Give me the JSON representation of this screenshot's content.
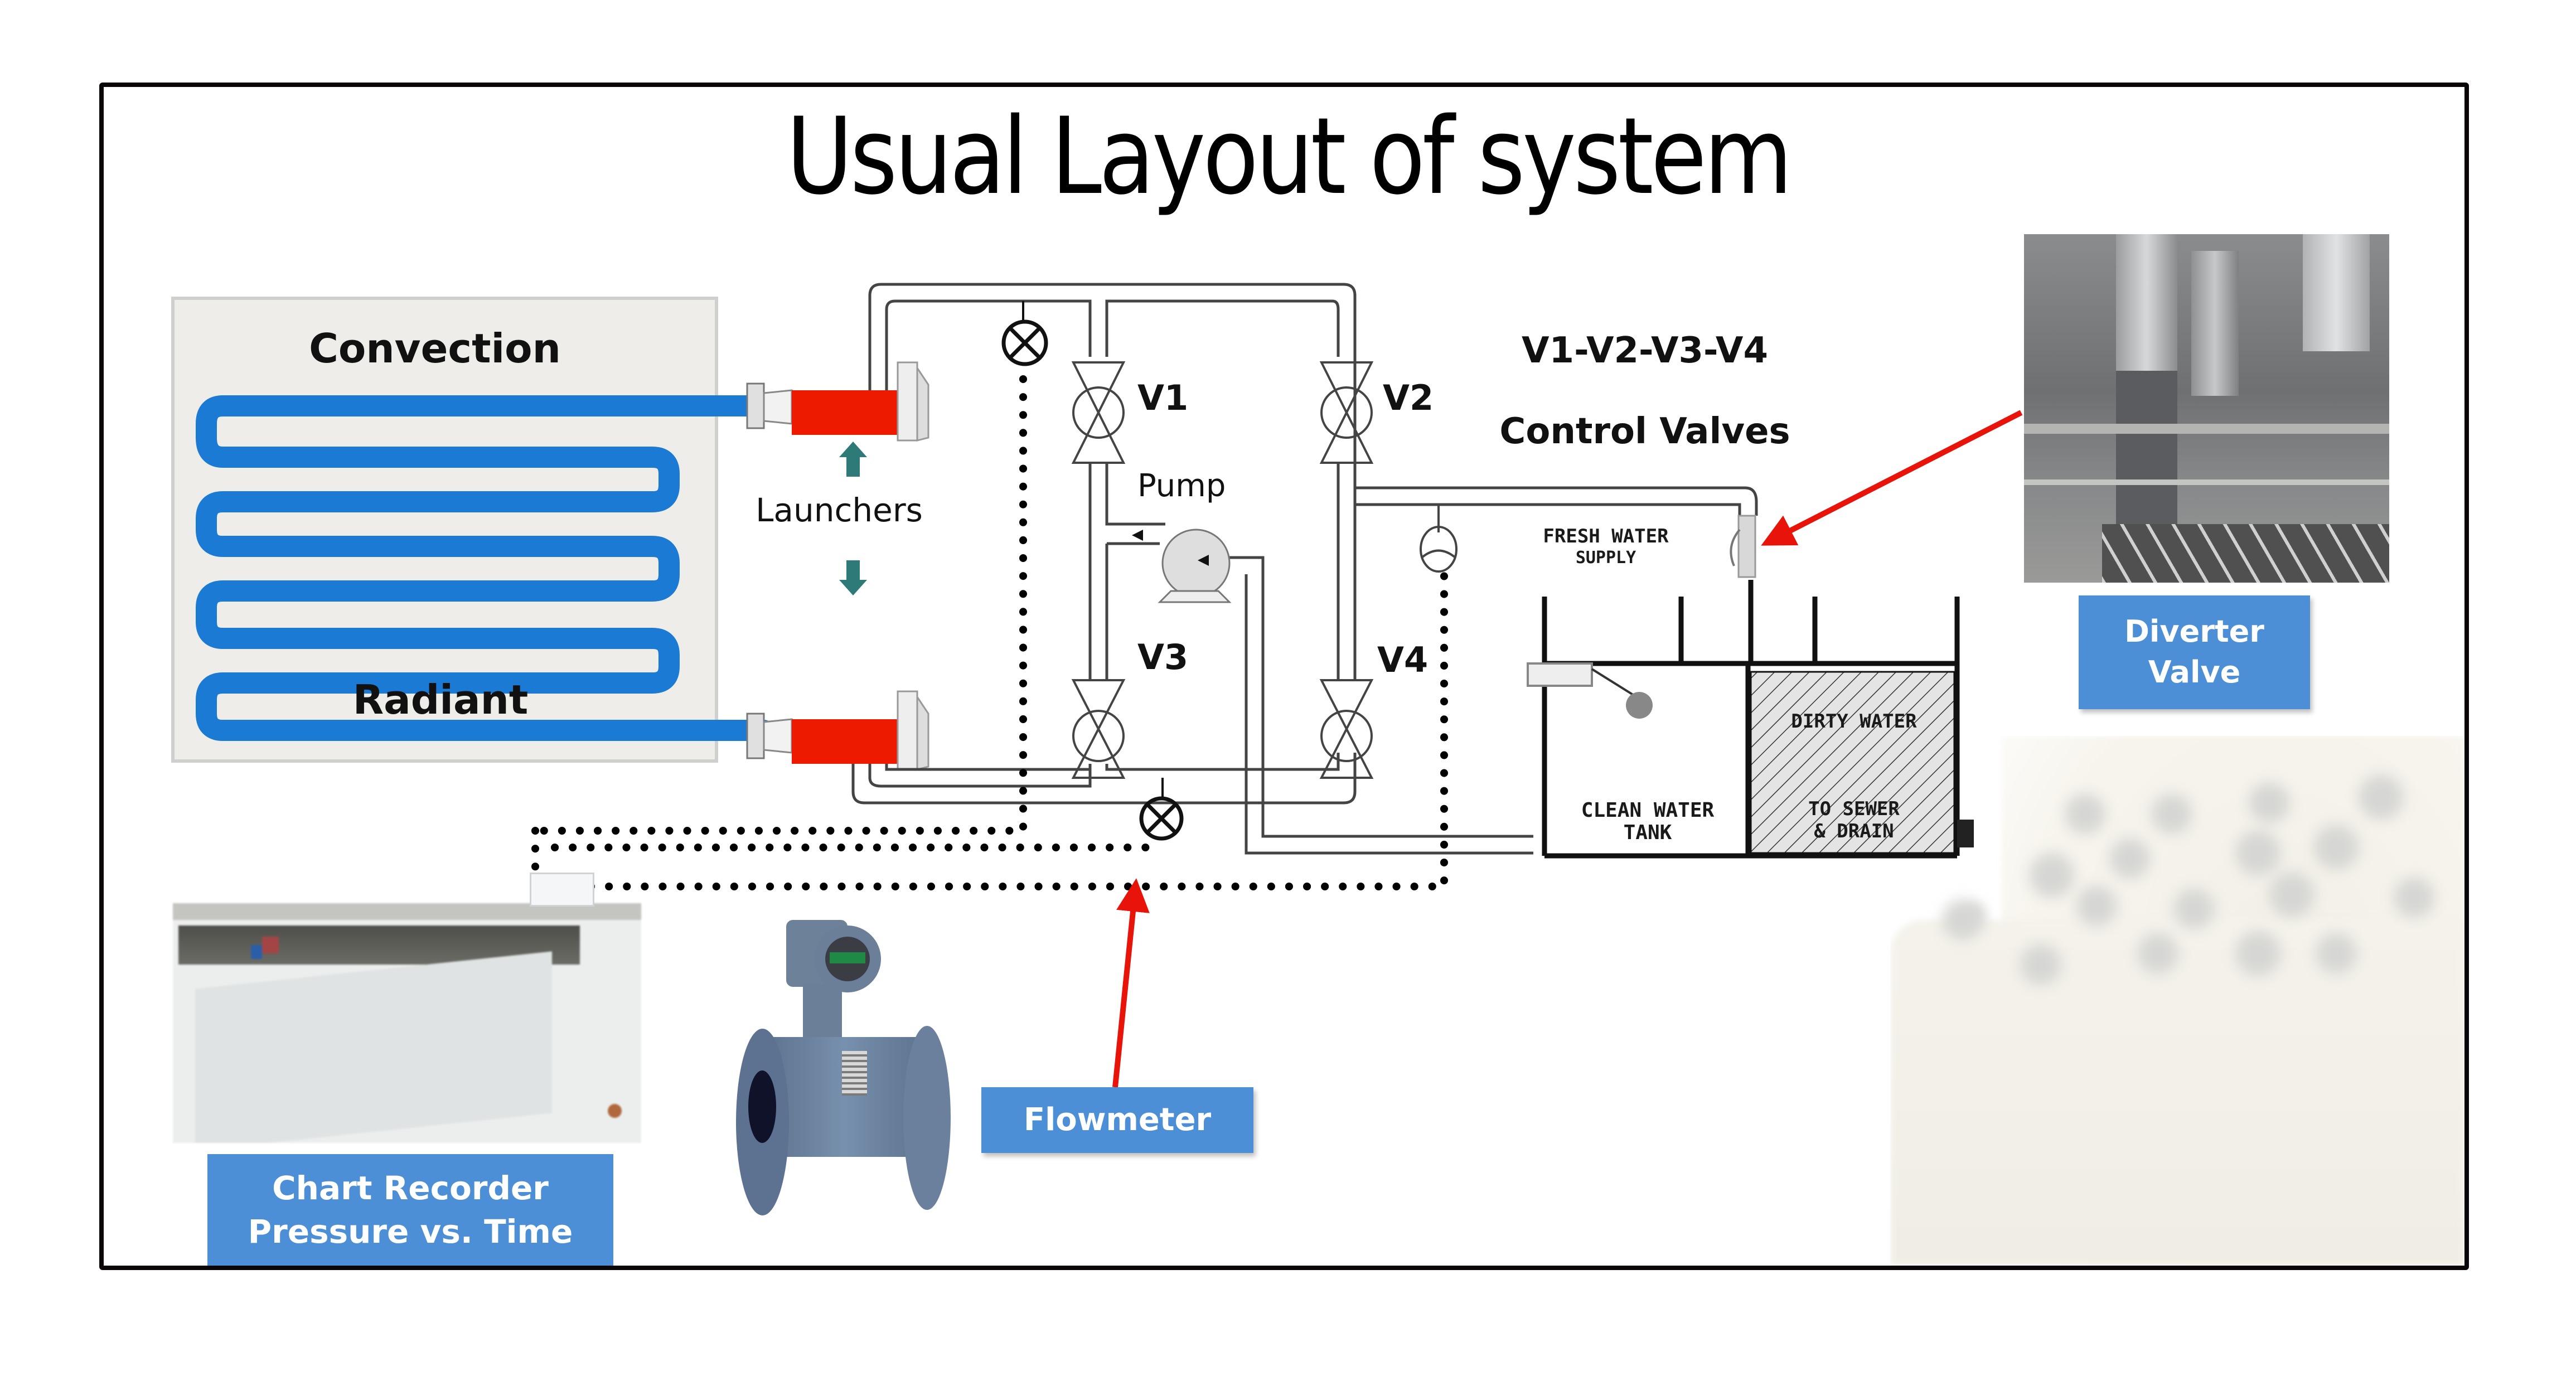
{
  "slide": {
    "title": "Usual Layout of system"
  },
  "heater": {
    "top_label": "Convection",
    "bottom_label": "Radiant",
    "coil_color": "#1a7ad4"
  },
  "launchers": {
    "label": "Launchers",
    "body_color": "#ee1a00",
    "arrow_color": "#2e7a78"
  },
  "valves": {
    "items": [
      "V1",
      "V2",
      "V3",
      "V4"
    ],
    "heading_line1": "V1-V2-V3-V4",
    "heading_line2": "Control Valves"
  },
  "pump": {
    "label": "Pump"
  },
  "tank": {
    "fresh_water_label_line1": "FRESH WATER",
    "fresh_water_label_line2": "SUPPLY",
    "clean_tank_line1": "CLEAN WATER",
    "clean_tank_line2": "TANK",
    "dirty_line1": "DIRTY WATER",
    "dirty_line2": "TO SEWER",
    "dirty_line3": "& DRAIN"
  },
  "callouts": {
    "diverter_line1": "Diverter",
    "diverter_line2": "Valve",
    "flowmeter": "Flowmeter",
    "chart_recorder_line1": "Chart Recorder",
    "chart_recorder_line2": "Pressure vs. Time",
    "label_color": "#4d8fd6",
    "arrow_color": "#e8140a"
  },
  "photos": {
    "diverter_valve": "diverter-valve-photo",
    "chart_recorder": "chart-recorder-photo",
    "flowmeter": "flowmeter-photo"
  }
}
